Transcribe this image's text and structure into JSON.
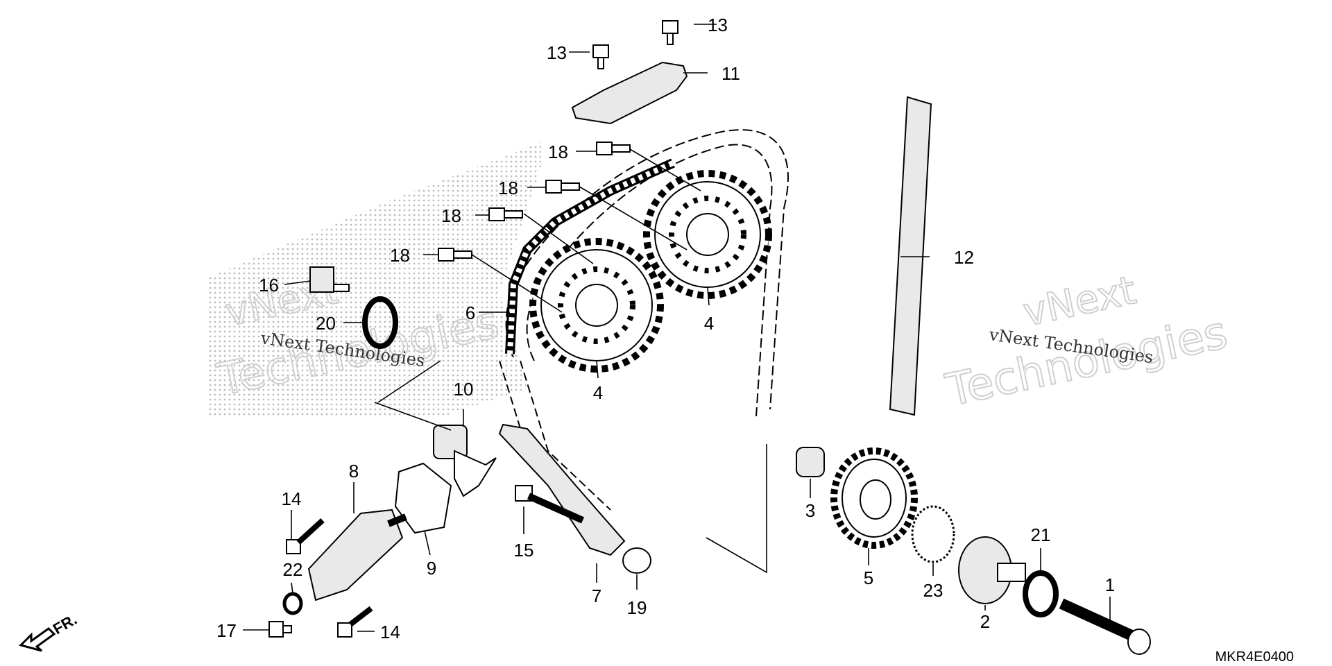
{
  "diagram": {
    "code": "MKR4E0400",
    "direction_label": "FR.",
    "watermarks": [
      {
        "line1": "vNext",
        "line2": "Technologies"
      },
      {
        "line1": "vNext Technologies"
      }
    ],
    "callouts": {
      "c1": "1",
      "c2": "2",
      "c3": "3",
      "c4a": "4",
      "c4b": "4",
      "c5": "5",
      "c6": "6",
      "c7": "7",
      "c8": "8",
      "c9": "9",
      "c10": "10",
      "c11": "11",
      "c12": "12",
      "c13a": "13",
      "c13b": "13",
      "c14a": "14",
      "c14b": "14",
      "c15": "15",
      "c16": "16",
      "c17": "17",
      "c18a": "18",
      "c18b": "18",
      "c18c": "18",
      "c18d": "18",
      "c19": "19",
      "c20": "20",
      "c21": "21",
      "c22": "22",
      "c23": "23"
    }
  }
}
